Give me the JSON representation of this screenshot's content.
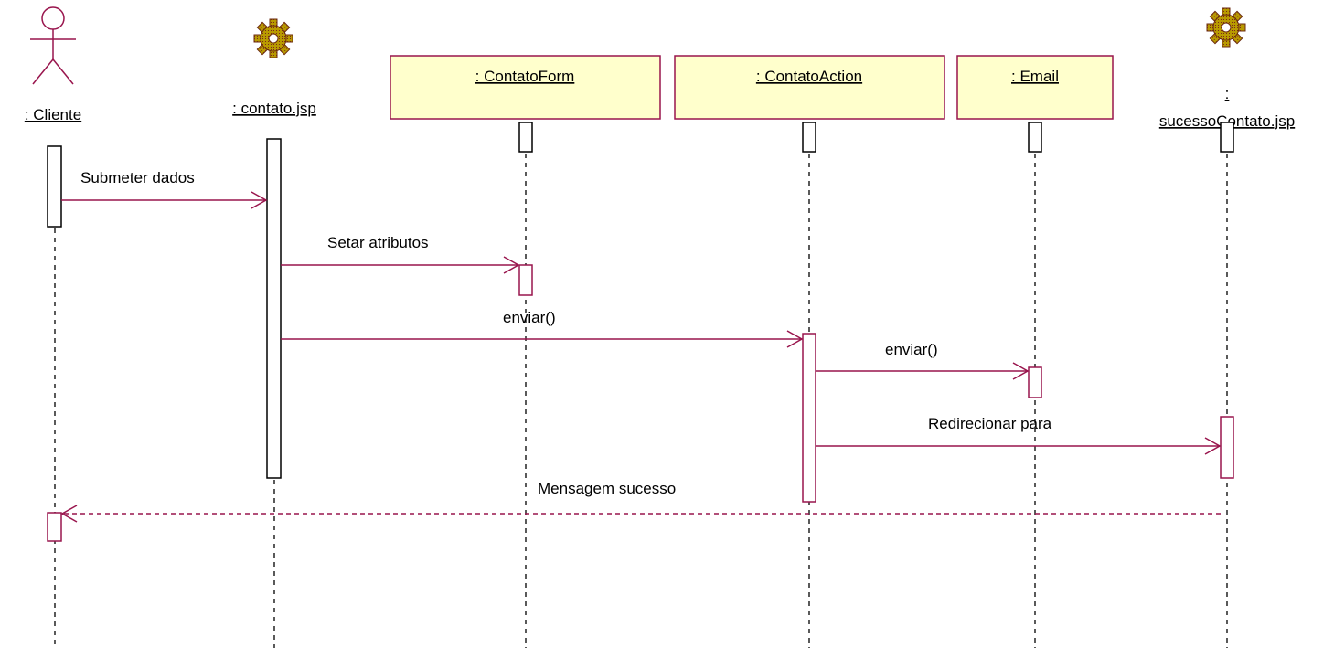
{
  "participants": [
    {
      "id": "cliente",
      "label": ": Cliente",
      "kind": "actor"
    },
    {
      "id": "contato_jsp",
      "label": ": contato.jsp",
      "kind": "gear"
    },
    {
      "id": "contato_form",
      "label": ": ContatoForm",
      "kind": "box"
    },
    {
      "id": "contato_action",
      "label": ": ContatoAction",
      "kind": "box"
    },
    {
      "id": "email",
      "label": ": Email",
      "kind": "box"
    },
    {
      "id": "sucesso_jsp",
      "label_line1": ":",
      "label_line2": "sucessoContato.jsp",
      "kind": "gear"
    }
  ],
  "messages": [
    {
      "id": "m1",
      "label": "Submeter dados",
      "from": "cliente",
      "to": "contato_jsp",
      "style": "sync"
    },
    {
      "id": "m2",
      "label": "Setar atributos",
      "from": "contato_jsp",
      "to": "contato_form",
      "style": "sync"
    },
    {
      "id": "m3",
      "label": "enviar()",
      "from": "contato_jsp",
      "to": "contato_action",
      "style": "sync"
    },
    {
      "id": "m4",
      "label": "enviar()",
      "from": "contato_action",
      "to": "email",
      "style": "sync"
    },
    {
      "id": "m5",
      "label": "Redirecionar para",
      "from": "contato_action",
      "to": "sucesso_jsp",
      "style": "sync"
    },
    {
      "id": "m6",
      "label": "Mensagem sucesso",
      "from": "sucesso_jsp",
      "to": "cliente",
      "style": "return"
    }
  ],
  "colors": {
    "message_line": "#99154d",
    "box_fill": "#ffffcc",
    "box_stroke": "#99154d",
    "activation_black": "#000000",
    "activation_red": "#99154d",
    "actor_stroke": "#99154d",
    "gear_fill": "#b8a000",
    "gear_dark": "#7a2a1a"
  }
}
